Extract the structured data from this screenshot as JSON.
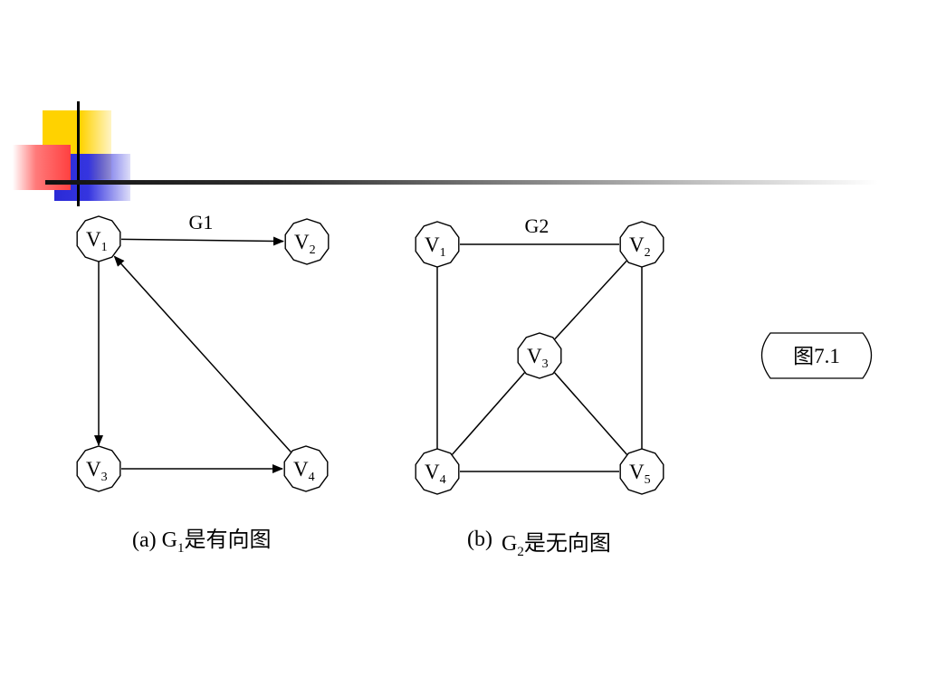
{
  "g1": {
    "title": "G1",
    "nodes": [
      {
        "id": "v1",
        "letter": "V",
        "sub": "1"
      },
      {
        "id": "v2",
        "letter": "V",
        "sub": "2"
      },
      {
        "id": "v3",
        "letter": "V",
        "sub": "3"
      },
      {
        "id": "v4",
        "letter": "V",
        "sub": "4"
      }
    ],
    "edges": [
      [
        "v1",
        "v2"
      ],
      [
        "v1",
        "v3"
      ],
      [
        "v3",
        "v4"
      ],
      [
        "v4",
        "v1"
      ]
    ],
    "directed": true,
    "caption": {
      "prefix": "(a) G",
      "sub": "1",
      "suffix": "是有向图"
    }
  },
  "g2": {
    "title": "G2",
    "nodes": [
      {
        "id": "v1",
        "letter": "V",
        "sub": "1"
      },
      {
        "id": "v2",
        "letter": "V",
        "sub": "2"
      },
      {
        "id": "v3",
        "letter": "V",
        "sub": "3"
      },
      {
        "id": "v4",
        "letter": "V",
        "sub": "4"
      },
      {
        "id": "v5",
        "letter": "V",
        "sub": "5"
      }
    ],
    "edges": [
      [
        "v1",
        "v2"
      ],
      [
        "v1",
        "v4"
      ],
      [
        "v2",
        "v3"
      ],
      [
        "v2",
        "v5"
      ],
      [
        "v3",
        "v4"
      ],
      [
        "v3",
        "v5"
      ],
      [
        "v4",
        "v5"
      ]
    ],
    "directed": false,
    "caption": {
      "prefix": "(b)",
      "g": "G",
      "sub": "2",
      "suffix": "是无向图"
    }
  },
  "figure_label": "图7.1"
}
